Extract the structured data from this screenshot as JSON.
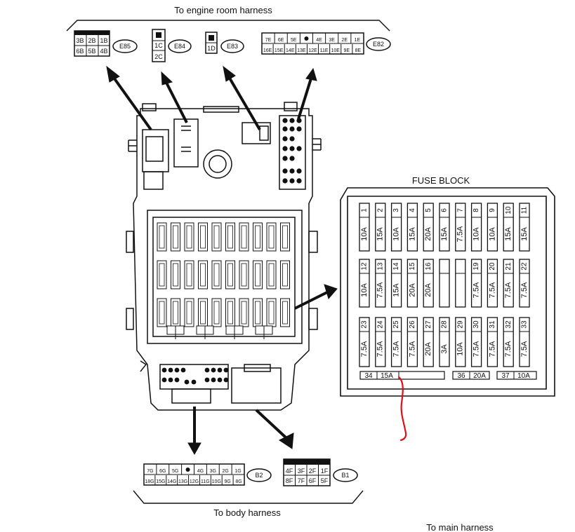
{
  "captions": {
    "engine_room": "To engine room harness",
    "body": "To body harness",
    "main": "To main harness",
    "fuse_block": "FUSE BLOCK"
  },
  "connectors": {
    "e85": {
      "id": "E85",
      "pins_top": [
        "3B",
        "2B",
        "1B"
      ],
      "pins_bottom": [
        "6B",
        "5B",
        "4B"
      ]
    },
    "e84": {
      "id": "E84",
      "pins": [
        "1C",
        "2C"
      ]
    },
    "e83": {
      "id": "E83",
      "pins": [
        "1D"
      ]
    },
    "e82": {
      "id": "E82",
      "pins_top": [
        "7E",
        "6E",
        "5E",
        "",
        "4E",
        "3E",
        "2E",
        "1E"
      ],
      "pins_bottom": [
        "16E",
        "15E",
        "14E",
        "13E",
        "12E",
        "11E",
        "10E",
        "9E",
        "8E"
      ]
    },
    "b2": {
      "id": "B2",
      "pins_top": [
        "7G",
        "6G",
        "5G",
        "",
        "4G",
        "3G",
        "2G",
        "1G"
      ],
      "pins_bottom": [
        "18G",
        "15G",
        "14G",
        "13G",
        "12G",
        "11G",
        "10G",
        "9G",
        "8G"
      ]
    },
    "b1": {
      "id": "B1",
      "pins_top": [
        "4F",
        "3F",
        "2F",
        "1F"
      ],
      "pins_bottom": [
        "8F",
        "7F",
        "6F",
        "5F"
      ]
    }
  },
  "fuses": {
    "row1": [
      {
        "num": "1",
        "amp": "10A"
      },
      {
        "num": "2",
        "amp": "15A"
      },
      {
        "num": "3",
        "amp": "10A"
      },
      {
        "num": "4",
        "amp": "15A"
      },
      {
        "num": "5",
        "amp": "20A"
      },
      {
        "num": "6",
        "amp": "15A"
      },
      {
        "num": "7",
        "amp": "7.5A"
      },
      {
        "num": "8",
        "amp": "10A"
      },
      {
        "num": "9",
        "amp": "10A"
      },
      {
        "num": "10",
        "amp": "15A"
      },
      {
        "num": "11",
        "amp": "15A"
      }
    ],
    "row2": [
      {
        "num": "12",
        "amp": "10A"
      },
      {
        "num": "13",
        "amp": "7.5A"
      },
      {
        "num": "14",
        "amp": "15A"
      },
      {
        "num": "15",
        "amp": "20A"
      },
      {
        "num": "16",
        "amp": "20A"
      },
      {
        "num": "",
        "amp": ""
      },
      {
        "num": "",
        "amp": ""
      },
      {
        "num": "19",
        "amp": "7.5A"
      },
      {
        "num": "20",
        "amp": "7.5A"
      },
      {
        "num": "21",
        "amp": "7.5A"
      },
      {
        "num": "22",
        "amp": "7.5A"
      }
    ],
    "row3": [
      {
        "num": "23",
        "amp": "7.5A"
      },
      {
        "num": "24",
        "amp": "7.5A"
      },
      {
        "num": "25",
        "amp": "7.5A"
      },
      {
        "num": "26",
        "amp": "7.5A"
      },
      {
        "num": "27",
        "amp": "20A"
      },
      {
        "num": "28",
        "amp": "3A"
      },
      {
        "num": "29",
        "amp": "10A"
      },
      {
        "num": "30",
        "amp": "7.5A"
      },
      {
        "num": "31",
        "amp": "7.5A"
      },
      {
        "num": "32",
        "amp": "7.5A"
      },
      {
        "num": "33",
        "amp": "7.5A"
      }
    ],
    "bottom": [
      {
        "num": "34",
        "amp": "15A"
      },
      {
        "num": "36",
        "amp": "20A"
      },
      {
        "num": "37",
        "amp": "10A"
      }
    ]
  },
  "colors": {
    "line": "#111111",
    "annotation": "#e0101a"
  }
}
